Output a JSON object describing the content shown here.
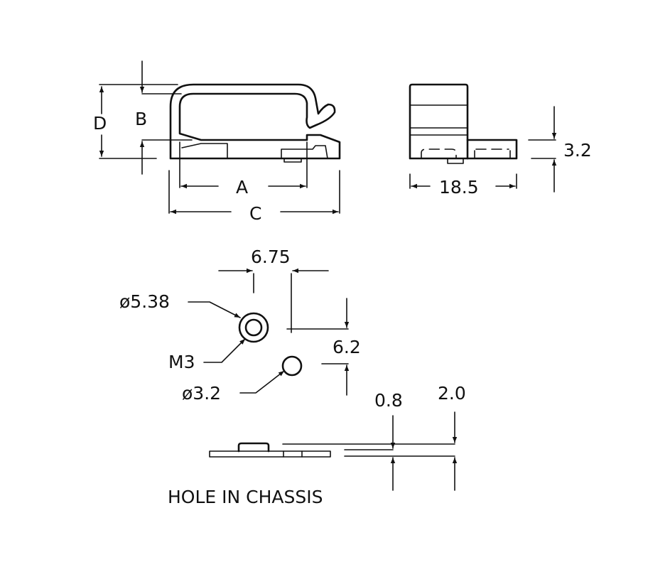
{
  "main_view": {
    "label_a": "A",
    "label_b": "B",
    "label_c": "C",
    "label_d": "D"
  },
  "side_view": {
    "width": "18.5",
    "height": "3.2"
  },
  "hole_pattern": {
    "spacing_x": "6.75",
    "spacing_y": "6.2",
    "outer_dia": "ø5.38",
    "thread": "M3",
    "hole_dia": "ø3.2"
  },
  "chassis_view": {
    "thickness_min": "0.8",
    "thickness_max": "2.0",
    "caption": "HOLE IN CHASSIS"
  }
}
